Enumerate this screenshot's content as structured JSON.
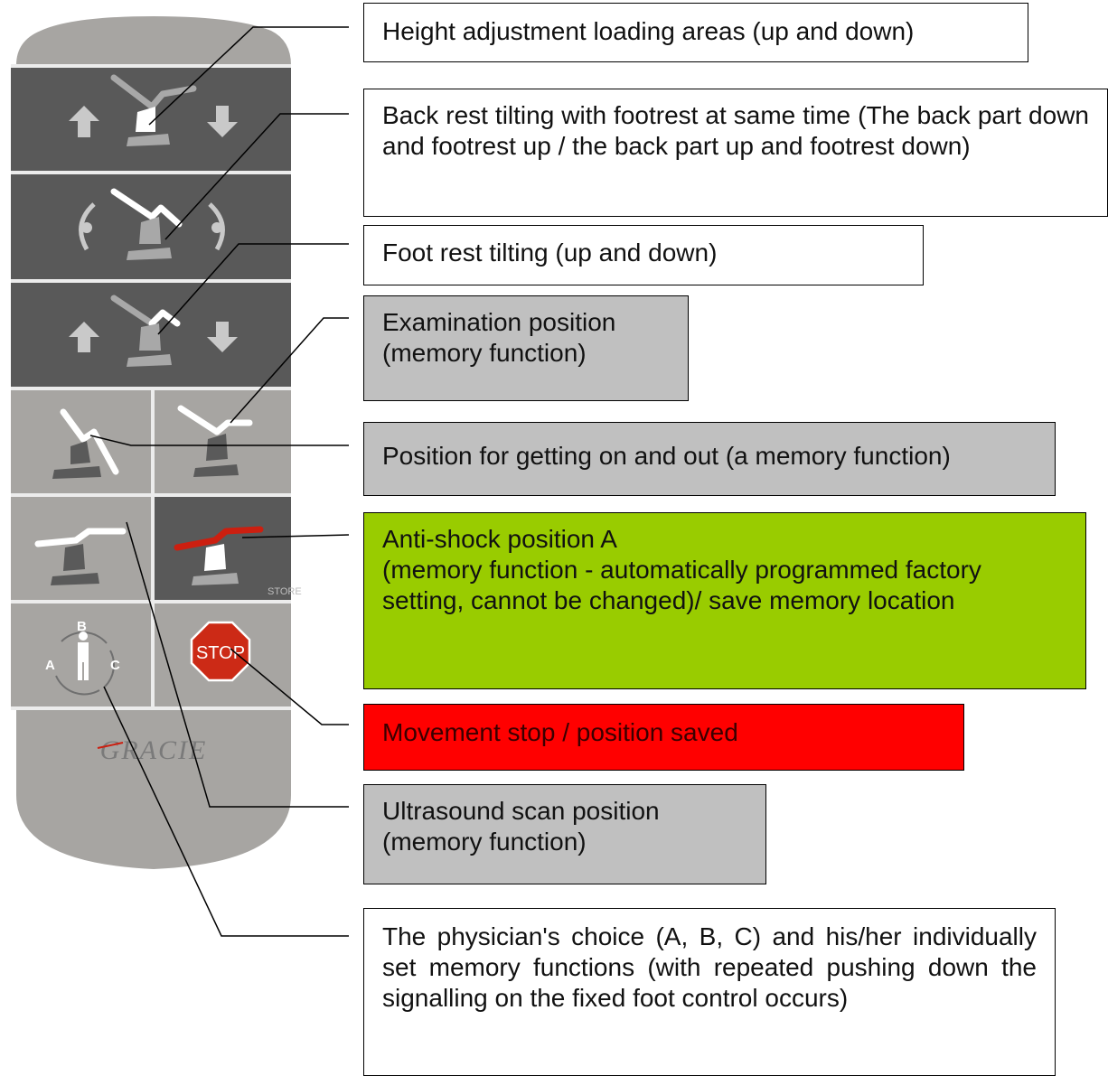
{
  "remote": {
    "store_label": "STORE",
    "stop_label": "STOP",
    "selector_labels": {
      "a": "A",
      "b": "B",
      "c": "C"
    },
    "logo_text": "GRACIE",
    "store_accent_color": "#cc1f10",
    "stop_sign_color": "#cc2a16",
    "dark_panel_color": "#595959",
    "light_panel_color": "#a7a5a2"
  },
  "callouts": {
    "height": "Height adjustment loading areas (up and down)",
    "backrest": "Back rest tilting with footrest at same time (The back part down and footrest up / the back part up and footrest down)",
    "footrest": "Foot rest tilting (up and down)",
    "exam": "Examination position\n(memory function)",
    "getting_on": "Position for getting on and out (a memory function)",
    "antishock": "Anti-shock position A\n(memory function - automatically programmed factory setting, cannot be changed)/ save memory location",
    "stop": "Movement stop / position saved",
    "ultrasound": "Ultrasound scan position\n(memory function)",
    "physician": "The physician's choice (A, B, C) and his/her individually set memory functions (with repeated pushing down the signalling on the fixed foot control occurs)"
  },
  "colors": {
    "gray_box": "#c0c0c0",
    "green_box": "#99cc00",
    "red_box": "#ff0000",
    "white_box": "#ffffff"
  }
}
